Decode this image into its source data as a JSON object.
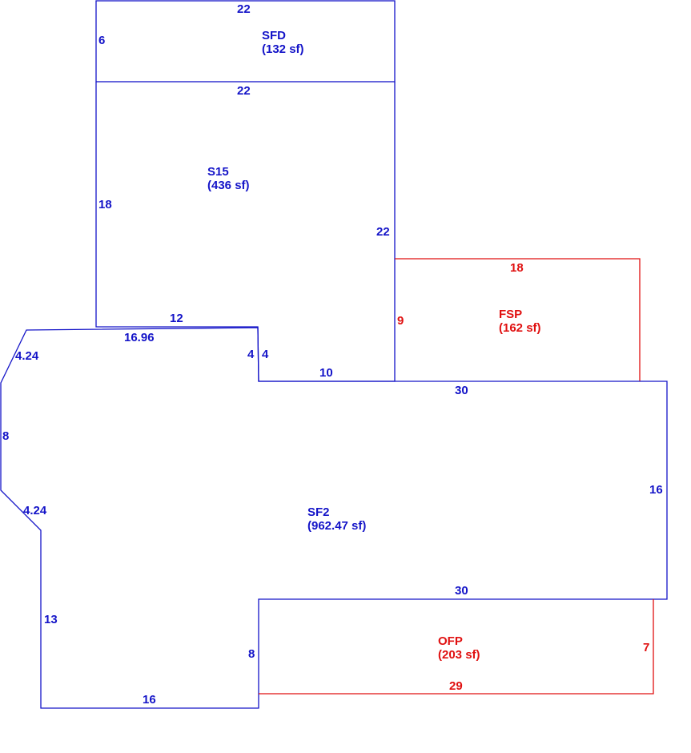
{
  "colors": {
    "main": "#1414c8",
    "porch": "#e01010",
    "background": "#ffffff"
  },
  "areas": {
    "sfd": {
      "name": "SFD",
      "size": "(132 sf)",
      "color": "main"
    },
    "s15": {
      "name": "S15",
      "size": "(436 sf)",
      "color": "main"
    },
    "fsp": {
      "name": "FSP",
      "size": "(162 sf)",
      "color": "porch"
    },
    "sf2": {
      "name": "SF2",
      "size": "(962.47 sf)",
      "color": "main"
    },
    "ofp": {
      "name": "OFP",
      "size": "(203 sf)",
      "color": "porch"
    }
  },
  "dimensions": {
    "sfd_top": "22",
    "sfd_left": "6",
    "s15_top": "22",
    "s15_left": "18",
    "s15_right": "22",
    "s15_bottom": "12",
    "s15_notch_left": "4",
    "s15_notch_right": "4",
    "s15_notch_bottom": "10",
    "sf2_top_left": "16.96",
    "sf2_diag_upper": "4.24",
    "sf2_left": "8",
    "sf2_diag_lower": "4.24",
    "sf2_lower_left": "13",
    "sf2_bottom": "16",
    "sf2_inner": "8",
    "sf2_top_right": "30",
    "sf2_right": "16",
    "sf2_bottom_right": "30",
    "fsp_top": "18",
    "fsp_left": "9",
    "ofp_right": "7",
    "ofp_bottom": "29"
  }
}
